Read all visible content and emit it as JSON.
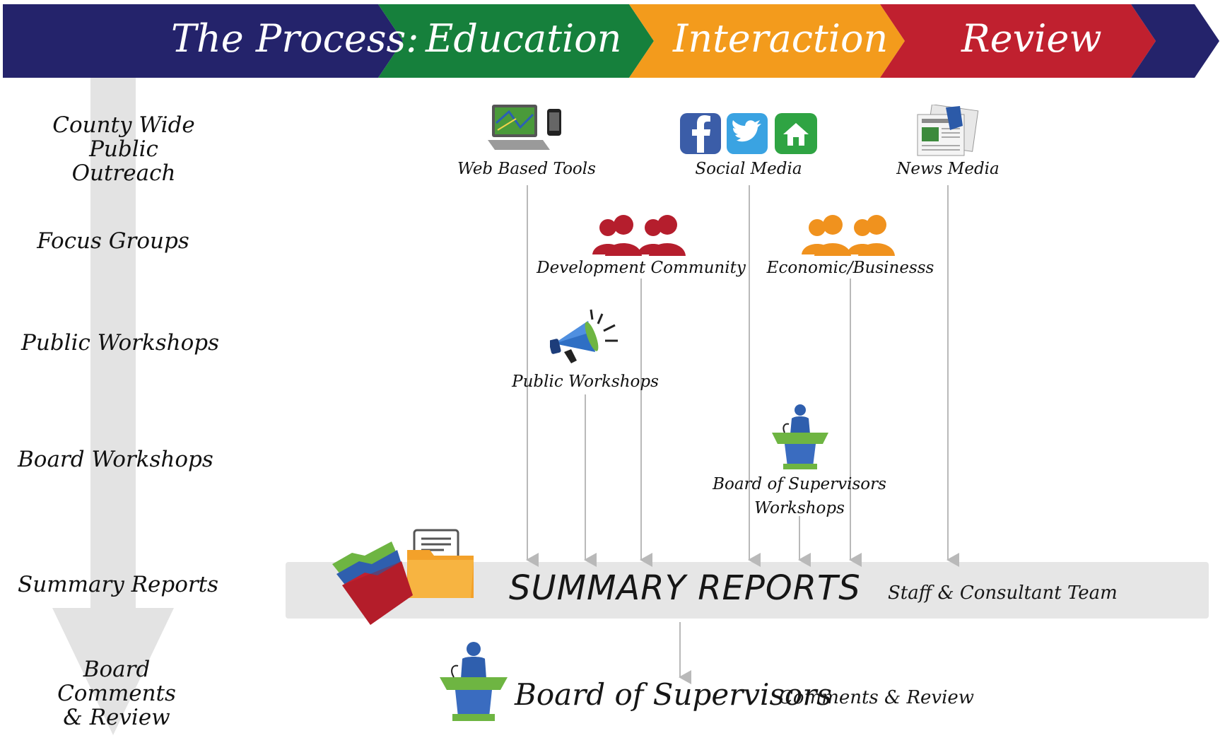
{
  "banner": {
    "stages": [
      {
        "label": "The Process:",
        "color": "#24236b"
      },
      {
        "label": "Education",
        "color": "#16803c"
      },
      {
        "label": "Interaction",
        "color": "#f39b1c"
      },
      {
        "label": "Review",
        "color": "#c0202f"
      }
    ]
  },
  "rows": {
    "outreach": "County Wide\nPublic Outreach",
    "focus": "Focus Groups",
    "public_workshops": "Public Workshops",
    "board_workshops": "Board Workshops",
    "summary": "Summary Reports",
    "board_comments": "Board Comments\n& Review"
  },
  "sources": {
    "web_tools": {
      "label": "Web Based Tools",
      "icon": "laptop-phone-icon"
    },
    "social_media": {
      "label": "Social Media",
      "icon": "social-media-icons"
    },
    "news_media": {
      "label": "News Media",
      "icon": "newspaper-icon"
    },
    "development_community": {
      "label": "Development Community",
      "icon": "people-group-icon",
      "color": "#b51e2d"
    },
    "economic_business": {
      "label": "Economic/Businesss",
      "icon": "people-group-icon",
      "color": "#f0921e"
    },
    "public_workshops": {
      "label": "Public Workshops",
      "icon": "megaphone-icon"
    },
    "board_supervisors_workshops": {
      "label": "Board of Supervisors\nWorkshops",
      "icon": "podium-speaker-icon"
    }
  },
  "summary_bar": {
    "title": "SUMMARY REPORTS",
    "subtitle": "Staff & Consultant Team",
    "icon": "folders-icon"
  },
  "board_review": {
    "title": "Board of Supervisors",
    "subtitle": "Comments & Review",
    "icon": "podium-speaker-icon"
  },
  "colors": {
    "arrow_gray": "#e3e3e3",
    "line_gray": "#b9b9b9",
    "summary_bar": "#e6e6e6"
  }
}
